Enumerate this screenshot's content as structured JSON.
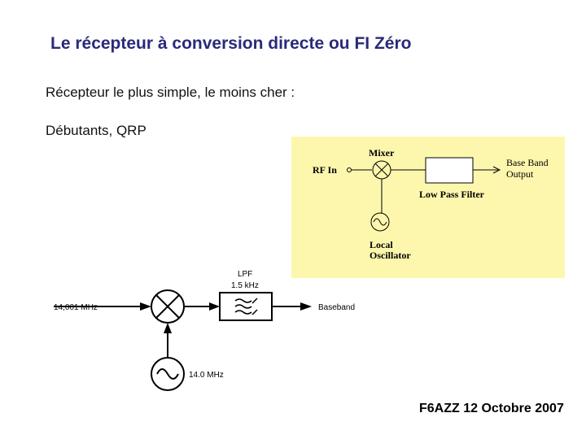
{
  "slide": {
    "title": "Le récepteur à conversion directe ou FI Zéro",
    "line1": "Récepteur le plus simple, le moins cher :",
    "line2": "Débutants, QRP",
    "footer": "F6AZZ 12 Octobre 2007"
  },
  "diagram_top": {
    "background_color": "#fdf7ad",
    "mixer_label": "Mixer",
    "rf_in_label": "RF In",
    "baseband_label_1": "Base Band",
    "baseband_label_2": "Output",
    "lpf_label": "Low Pass Filter",
    "lo_label_1": "Local",
    "lo_label_2": "Oscillator"
  },
  "diagram_bottom": {
    "input_freq": "14,001 MHz",
    "lpf_label_1": "LPF",
    "lpf_label_2": "1.5 kHz",
    "baseband_label": "Baseband",
    "lo_freq": "14.0 MHz"
  }
}
